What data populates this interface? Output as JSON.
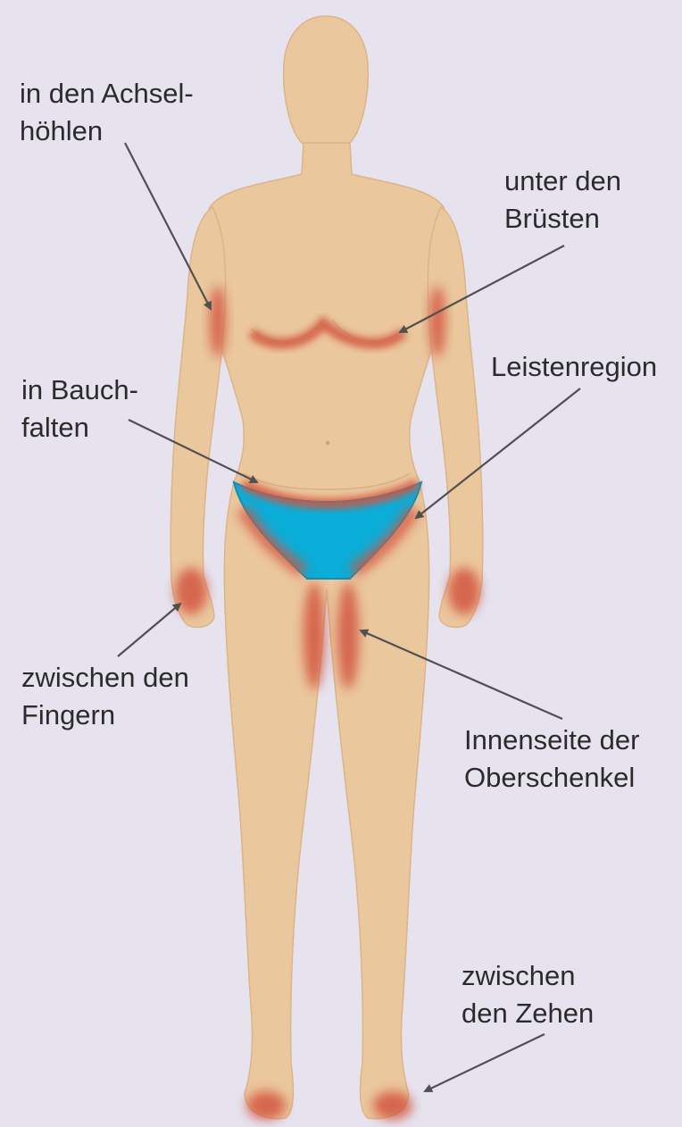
{
  "colors": {
    "background": "#e6e3ef",
    "skin": "#ebc79d",
    "skin_edge": "#dcb48a",
    "highlight": "#d2553f",
    "underwear": "#0aaed9",
    "arrow": "#505050",
    "text": "#2b2b2b"
  },
  "labels": {
    "axilla": {
      "line1": "in den Achsel-",
      "line2": "höhlen"
    },
    "breasts": {
      "line1": "unter den",
      "line2": "Brüsten"
    },
    "groin": {
      "line1": "Leistenregion"
    },
    "belly": {
      "line1": "in Bauch-",
      "line2": "falten"
    },
    "fingers": {
      "line1": "zwischen den",
      "line2": "Fingern"
    },
    "thighs": {
      "line1": "Innenseite der",
      "line2": "Oberschenkel"
    },
    "toes": {
      "line1": "zwischen",
      "line2": "den Zehen"
    }
  }
}
